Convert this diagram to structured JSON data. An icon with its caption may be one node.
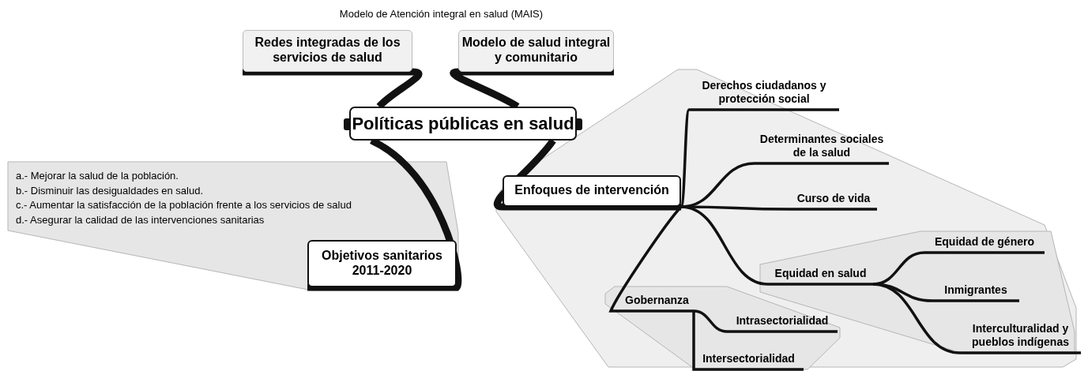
{
  "diagram": {
    "title": "Modelo de Atención integral en salud (MAIS)",
    "nodes": [
      {
        "text": [
          "Políticas públicas en salud"
        ]
      },
      {
        "text": [
          "Redes integradas de los servicios de salud"
        ]
      },
      {
        "text": [
          "Modelo de salud integral y comunitario"
        ]
      },
      {
        "text": [
          "a.- Mejorar la salud de la población.",
          "b.- Disminuir las desigualdades en salud.",
          "c.- Aumentar la satisfacción de la población frente a los servicios de salud",
          "d.- Asegurar la calidad de las intervenciones sanitarias"
        ]
      },
      {
        "text": [
          "Objetivos sanitarios 2011-2020"
        ],
        "in": 3
      },
      {
        "text": [],
        "shape": "polygon"
      },
      {
        "text": [
          "Enfoques de intervención"
        ],
        "in": 5
      },
      {
        "text": [
          "Derechos ciudadanos y protección social"
        ],
        "in": 5
      },
      {
        "text": [
          "Determinantes sociales de la salud"
        ],
        "in": 5
      },
      {
        "text": [
          "Curso de vida"
        ],
        "in": 5
      },
      {
        "text": [],
        "shape": "polygon",
        "in": 5
      },
      {
        "text": [
          "Equidad en salud"
        ],
        "in": 10
      },
      {
        "text": [
          "Equidad de género"
        ],
        "in": 10
      },
      {
        "text": [
          "Inmigrantes"
        ],
        "in": 10
      },
      {
        "text": [
          "Interculturalidad y pueblos indígenas"
        ],
        "in": 10
      },
      {
        "text": [],
        "shape": "polygon",
        "in": 5
      },
      {
        "text": [
          "Gobernanza"
        ],
        "in": 15
      },
      {
        "text": [
          "Intrasectorialidad"
        ],
        "in": 15
      },
      {
        "text": [
          "Intersectorialidad"
        ],
        "in": 15
      }
    ],
    "edges": [
      {
        "from": 0,
        "to": 1,
        "arrow": "none",
        "style": "thick"
      },
      {
        "from": 0,
        "to": 2,
        "arrow": "none",
        "style": "thick"
      },
      {
        "from": 0,
        "to": 4,
        "arrow": "none",
        "style": "thick"
      },
      {
        "from": 0,
        "to": 6,
        "arrow": "none",
        "style": "thick"
      },
      {
        "from": 6,
        "to": 7,
        "arrow": "none"
      },
      {
        "from": 6,
        "to": 8,
        "arrow": "none"
      },
      {
        "from": 6,
        "to": 9,
        "arrow": "none"
      },
      {
        "from": 6,
        "to": 11,
        "arrow": "none"
      },
      {
        "from": 6,
        "to": 16,
        "arrow": "none"
      },
      {
        "from": 11,
        "to": 12,
        "arrow": "none"
      },
      {
        "from": 11,
        "to": 13,
        "arrow": "none"
      },
      {
        "from": 11,
        "to": 14,
        "arrow": "none"
      },
      {
        "from": 16,
        "to": 17,
        "arrow": "none"
      },
      {
        "from": 16,
        "to": 18,
        "arrow": "none"
      }
    ]
  }
}
